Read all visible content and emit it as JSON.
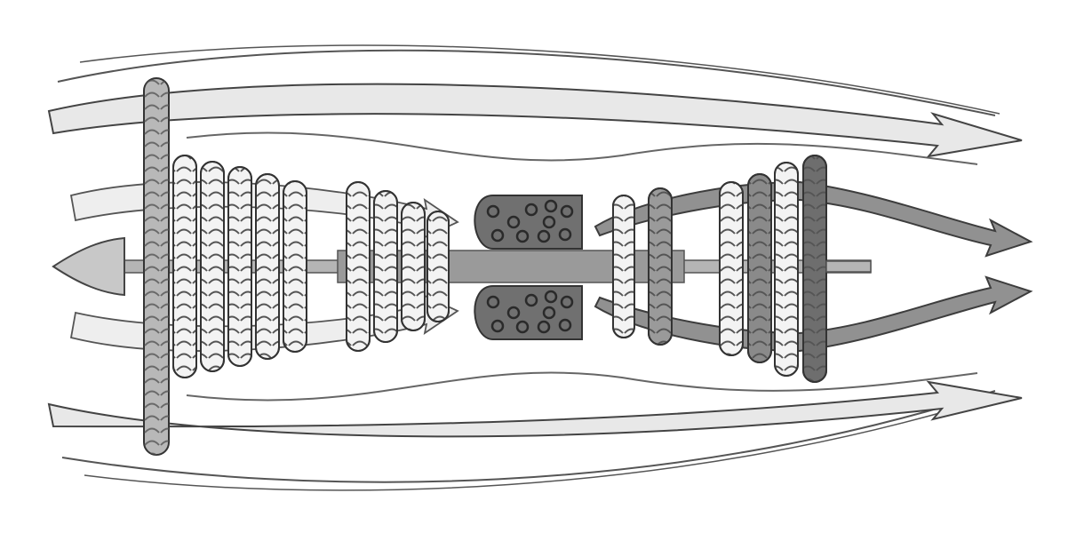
{
  "figure": {
    "type": "diagram",
    "subject": "turbofan-engine-cross-section"
  },
  "colors": {
    "background": "#ffffff",
    "outline": "#333333",
    "light_fill": "#e8e8e8",
    "mid_fill": "#a8a8a8",
    "dark_fill": "#6e6e6e",
    "shaft_fill": "#9a9a9a",
    "combustor_fill": "#707070"
  },
  "parts": {
    "fan_stages": 1,
    "low_pressure_compressor_stages": 5,
    "high_pressure_compressor_stages": 4,
    "combustor_chambers": 2,
    "high_pressure_turbine_stages": 2,
    "low_pressure_turbine_stages": 4,
    "bypass_streams": 2,
    "core_exhaust_streams": 2
  }
}
